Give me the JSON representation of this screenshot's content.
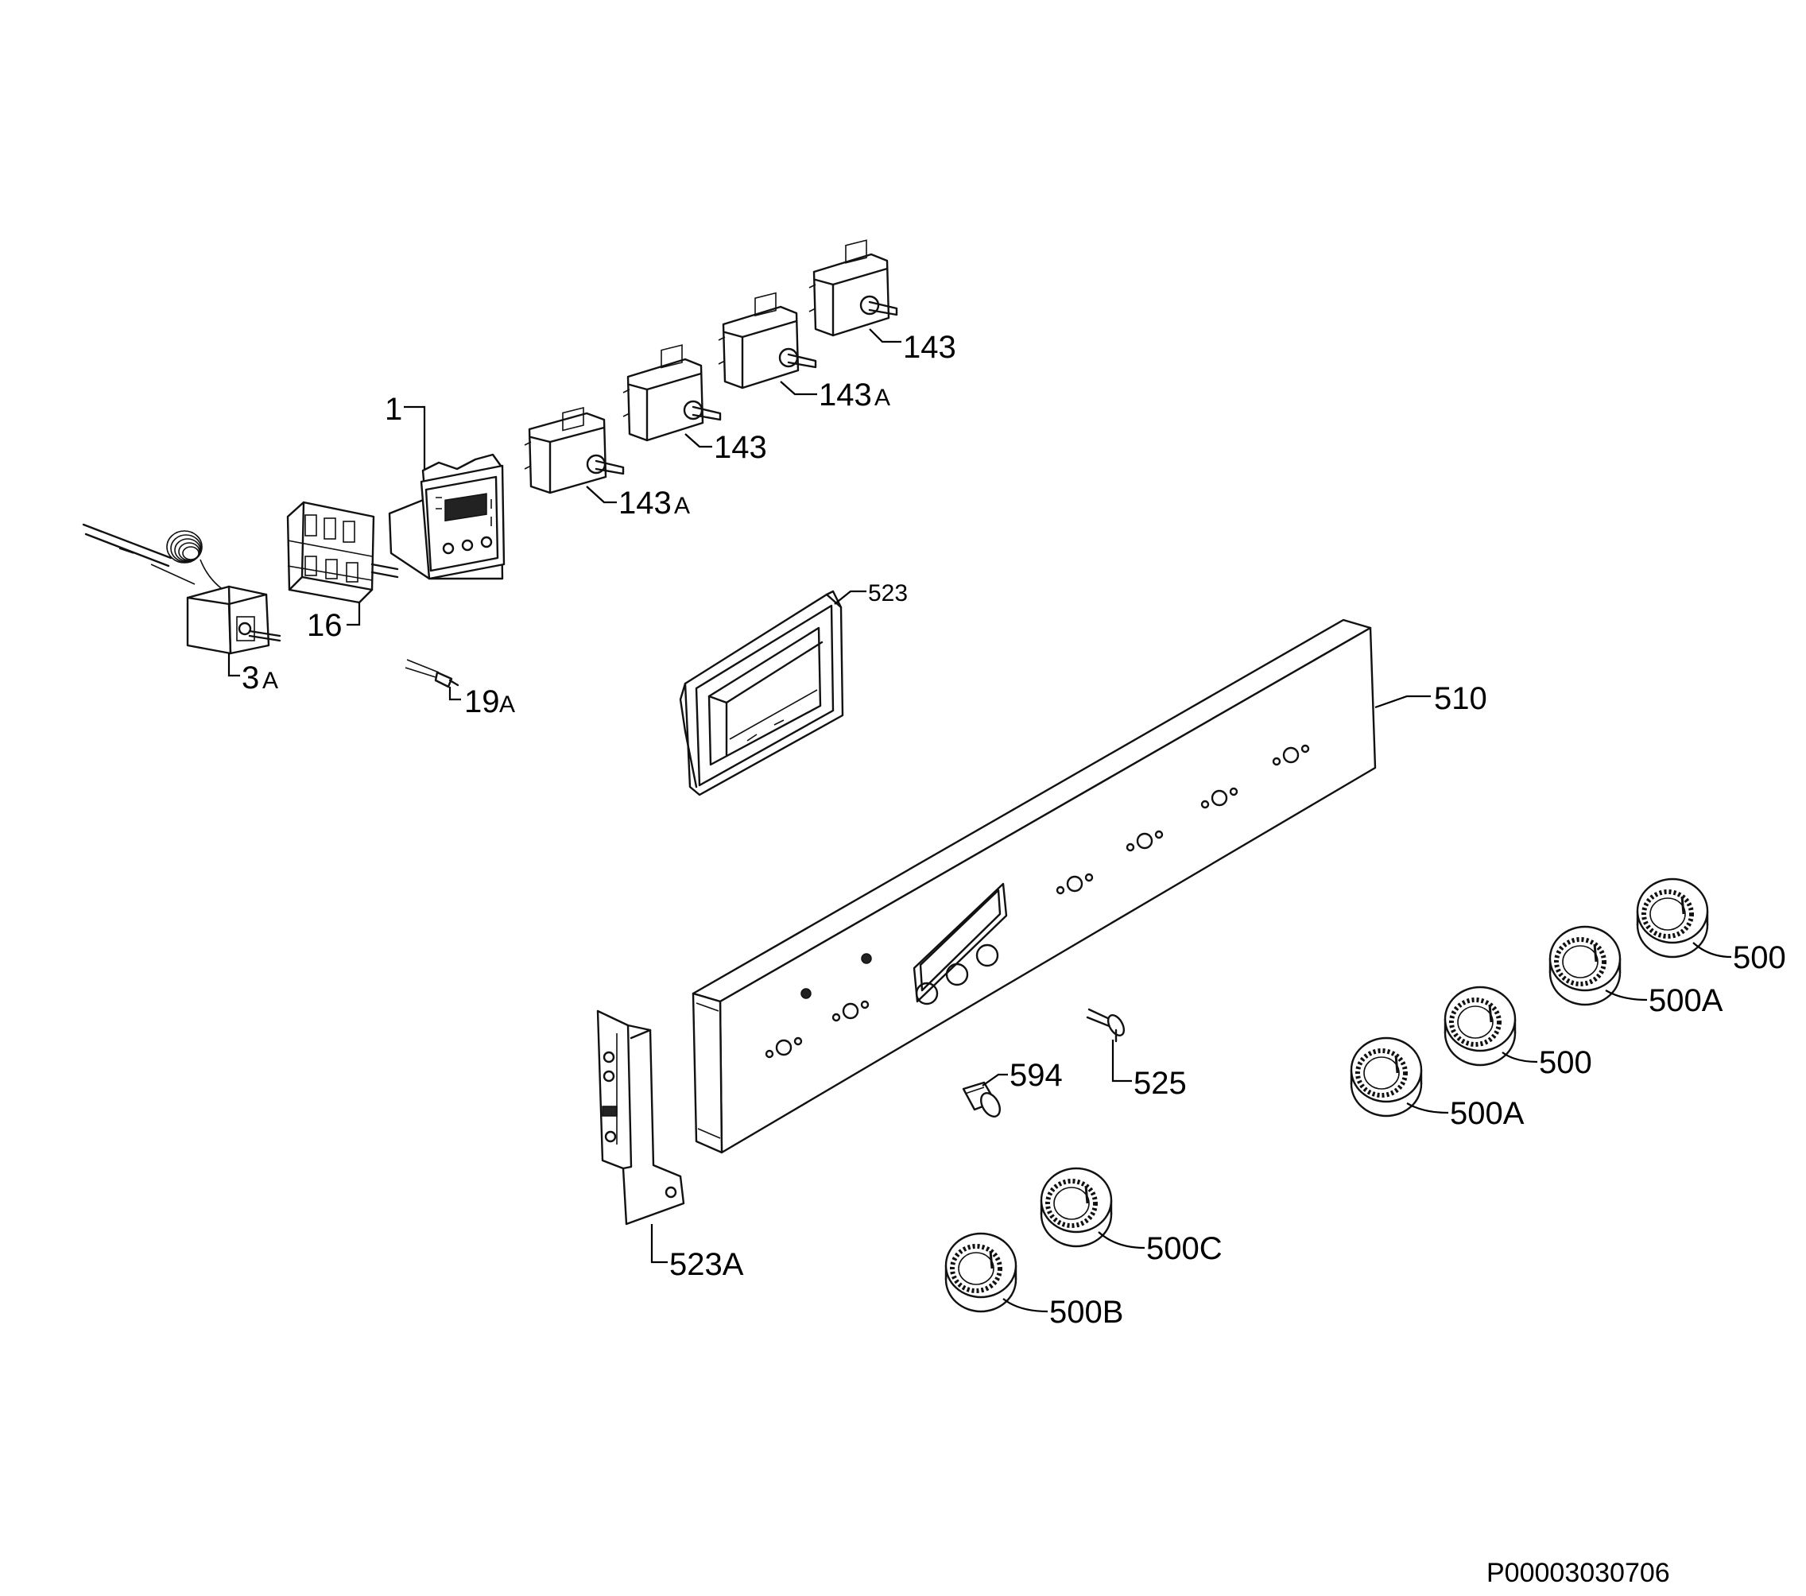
{
  "labels": {
    "part_1": "1",
    "part_3a_num": "3",
    "part_3a_suf": "A",
    "part_16": "16",
    "part_19a_num": "19",
    "part_19a_suf": "A",
    "part_143_a": "143",
    "part_143a_a_num": "143",
    "part_143a_a_suf": "A",
    "part_143_b": "143",
    "part_143a_b_num": "143",
    "part_143a_b_suf": "A",
    "part_523": "523",
    "part_510": "510",
    "part_594": "594",
    "part_525": "525",
    "part_523a": "523A",
    "part_500_a": "500",
    "part_500a_a": "500A",
    "part_500_b": "500",
    "part_500a_b": "500A",
    "part_500c": "500C",
    "part_500b": "500B"
  },
  "drawing_code": "P00003030706",
  "colors": {
    "line": "#111111",
    "background": "#ffffff"
  }
}
